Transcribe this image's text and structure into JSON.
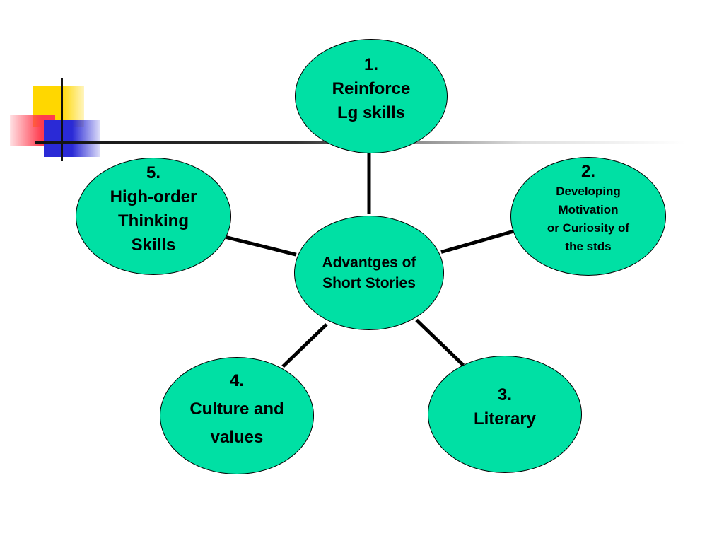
{
  "diagram": {
    "center": {
      "line1": "Advantges of",
      "line2": "Short Stories"
    },
    "nodes": [
      {
        "number": "1.",
        "lines": [
          "Reinforce",
          "Lg skills"
        ]
      },
      {
        "number": "2.",
        "lines": [
          "Developing",
          "Motivation",
          "or Curiosity of",
          "the stds"
        ]
      },
      {
        "number": "3.",
        "lines": [
          "Literary"
        ]
      },
      {
        "number": "4.",
        "lines": [
          "Culture and",
          "values"
        ]
      },
      {
        "number": "5.",
        "lines": [
          "High-order",
          "Thinking",
          "Skills"
        ]
      }
    ]
  },
  "colors": {
    "node_fill": "#00e0a4",
    "outline": "#000000",
    "deco_yellow": "#ffd700",
    "deco_red": "#ff3b4e",
    "deco_blue": "#2a2ad6"
  }
}
